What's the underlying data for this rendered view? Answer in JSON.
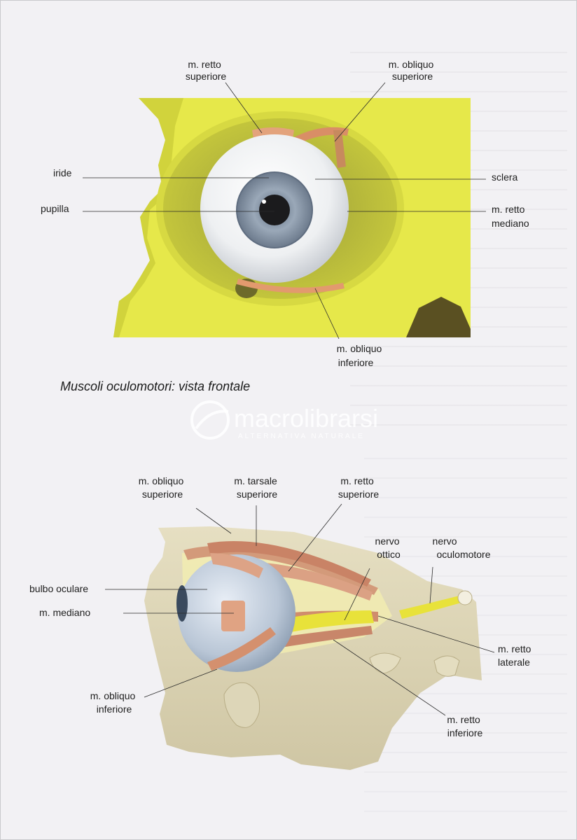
{
  "figure1": {
    "caption": "Muscoli oculomotori: vista frontale",
    "labels": {
      "retto_superiore": [
        "m. retto",
        "superiore"
      ],
      "obliquo_superiore": [
        "m. obliquo",
        "superiore"
      ],
      "iride": "iride",
      "pupilla": "pupilla",
      "sclera": "sclera",
      "retto_mediano": [
        "m. retto",
        "mediano"
      ],
      "obliquo_inferiore": [
        "m. obliquo",
        "inferiore"
      ]
    }
  },
  "figure2": {
    "labels": {
      "obliquo_superiore": [
        "m. obliquo",
        "superiore"
      ],
      "tarsale_superiore": [
        "m. tarsale",
        "superiore"
      ],
      "retto_superiore": [
        "m. retto",
        "superiore"
      ],
      "nervo_ottico": [
        "nervo",
        "ottico"
      ],
      "nervo_oculomotore": [
        "nervo",
        "oculomotore"
      ],
      "bulbo_oculare": "bulbo oculare",
      "mediano": "m. mediano",
      "retto_laterale": [
        "m. retto",
        "laterale"
      ],
      "obliquo_inferiore": [
        "m. obliquo",
        "inferiore"
      ],
      "retto_inferiore": [
        "m. retto",
        "inferiore"
      ]
    }
  },
  "watermark": {
    "brand": "macrolibrarsi",
    "tagline": "ALTERNATIVA NATURALE"
  },
  "colors": {
    "bone_yellow": "#e6e84a",
    "bone_beige": "#ddd6b8",
    "muscle": "#d99a74",
    "nerve": "#e8e23a",
    "iris": "#8d9db0"
  }
}
